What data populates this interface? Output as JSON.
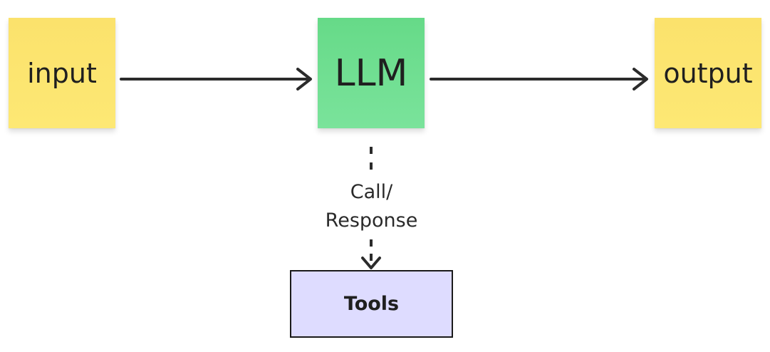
{
  "nodes": {
    "input": {
      "label": "input",
      "color": "#fde874"
    },
    "llm": {
      "label": "LLM",
      "color": "#6ddd8e"
    },
    "output": {
      "label": "output",
      "color": "#fde874"
    },
    "tools": {
      "label": "Tools",
      "color": "#dedcff"
    }
  },
  "edges": {
    "input_to_llm": {
      "style": "solid"
    },
    "llm_to_output": {
      "style": "solid"
    },
    "llm_to_tools": {
      "style": "dashed",
      "label_line1": "Call/",
      "label_line2": "Response"
    }
  },
  "colors": {
    "arrow": "#2b2b2b",
    "sticky_yellow": "#fde874",
    "llm_green": "#6ddd8e",
    "tools_purple": "#dedcff",
    "tools_border": "#1a1a1a"
  }
}
